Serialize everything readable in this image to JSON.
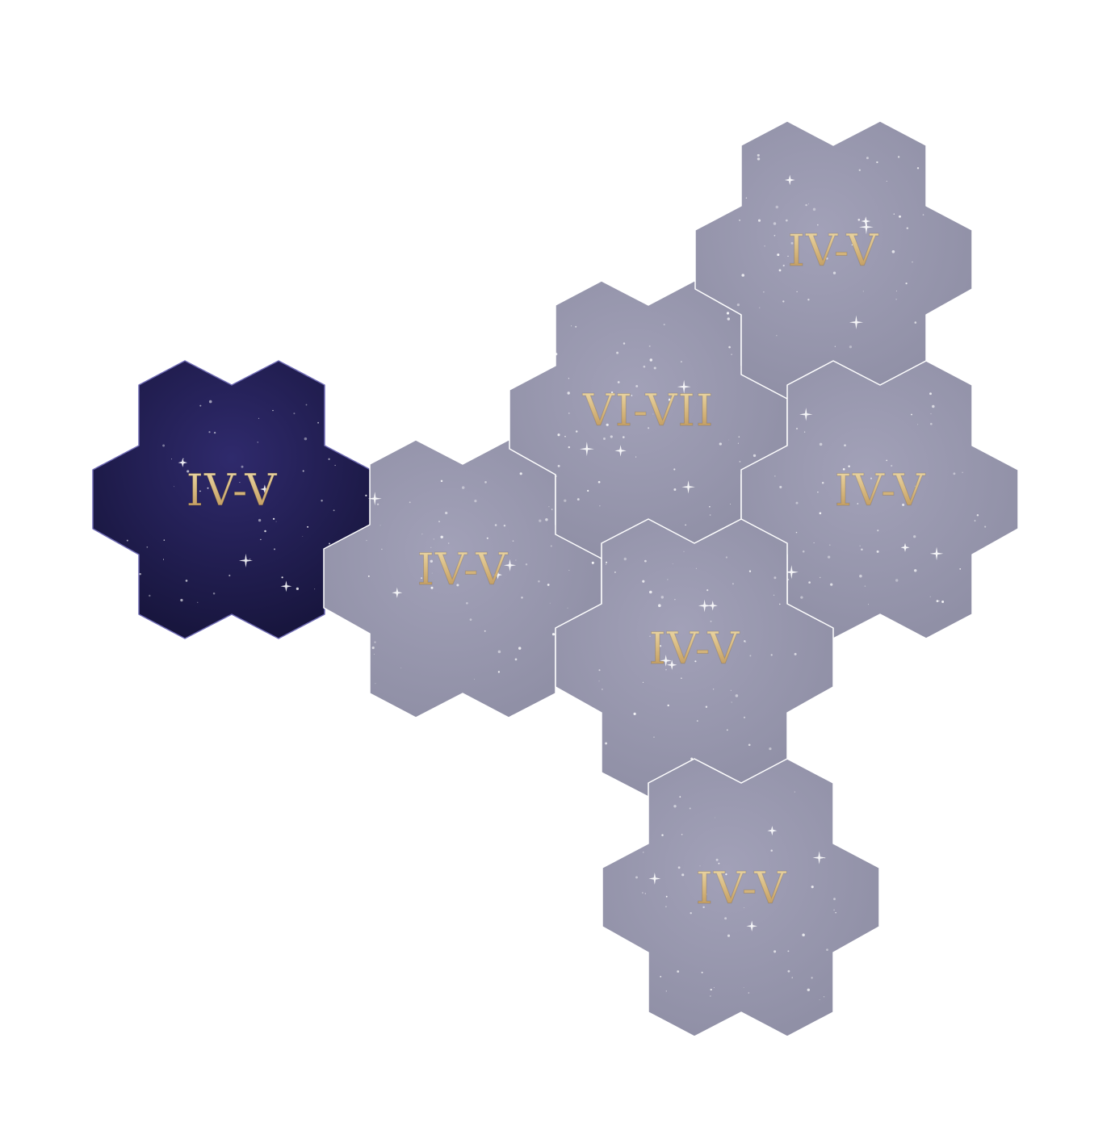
{
  "board": {
    "tiles": [
      {
        "id": "tile-1",
        "label": "IV-V",
        "state": "active",
        "colors": {
          "from": "#1a1840",
          "to": "#2e2a68"
        }
      },
      {
        "id": "tile-2",
        "label": "IV-V",
        "state": "locked",
        "colors": {
          "from": "#8e8ea4",
          "to": "#a09fb3"
        }
      },
      {
        "id": "tile-3",
        "label": "VI-VII",
        "state": "locked",
        "colors": {
          "from": "#8e8ea4",
          "to": "#a09fb3"
        }
      },
      {
        "id": "tile-4",
        "label": "IV-V",
        "state": "locked",
        "colors": {
          "from": "#8e8ea4",
          "to": "#a09fb3"
        }
      },
      {
        "id": "tile-5",
        "label": "IV-V",
        "state": "locked",
        "colors": {
          "from": "#8e8ea4",
          "to": "#a09fb3"
        }
      },
      {
        "id": "tile-6",
        "label": "IV-V",
        "state": "locked",
        "colors": {
          "from": "#8e8ea4",
          "to": "#a09fb3"
        }
      },
      {
        "id": "tile-7",
        "label": "IV-V",
        "state": "locked",
        "colors": {
          "from": "#8e8ea4",
          "to": "#a09fb3"
        }
      }
    ],
    "label_color": "#d9bf86",
    "star_color": "#ffffff"
  }
}
